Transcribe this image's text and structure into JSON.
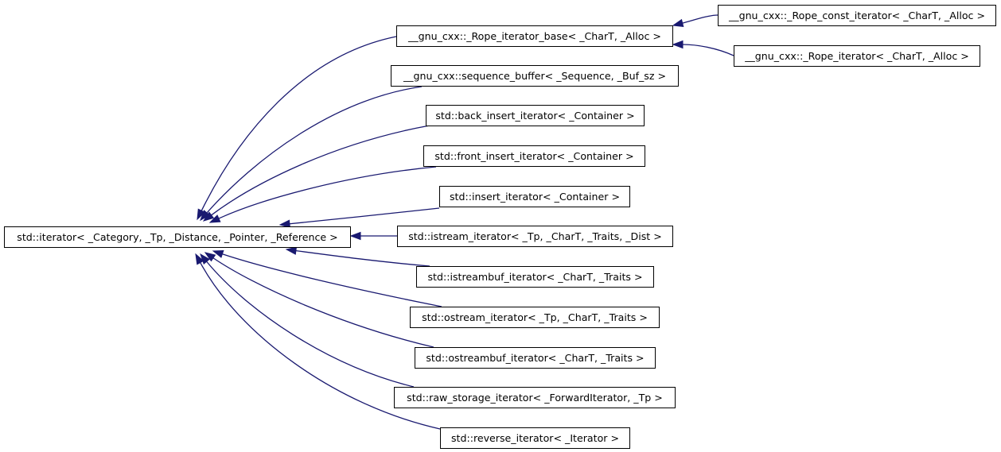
{
  "diagram": {
    "edge_color": "#191970",
    "nodes": {
      "root": "std::iterator< _Category, _Tp, _Distance, _Pointer, _Reference >",
      "rope_base": "__gnu_cxx::_Rope_iterator_base< _CharT, _Alloc >",
      "rope_const": "__gnu_cxx::_Rope_const_iterator< _CharT, _Alloc >",
      "rope_iter": "__gnu_cxx::_Rope_iterator< _CharT, _Alloc >",
      "seq_buffer": "__gnu_cxx::sequence_buffer< _Sequence, _Buf_sz >",
      "back_insert": "std::back_insert_iterator< _Container >",
      "front_insert": "std::front_insert_iterator< _Container >",
      "insert": "std::insert_iterator< _Container >",
      "istream": "std::istream_iterator< _Tp, _CharT, _Traits, _Dist >",
      "istreambuf": "std::istreambuf_iterator< _CharT, _Traits >",
      "ostream": "std::ostream_iterator< _Tp, _CharT, _Traits >",
      "ostreambuf": "std::ostreambuf_iterator< _CharT, _Traits >",
      "raw_storage": "std::raw_storage_iterator< _ForwardIterator, _Tp >",
      "reverse": "std::reverse_iterator< _Iterator >"
    },
    "edges": [
      {
        "from": "rope_base",
        "to": "root"
      },
      {
        "from": "seq_buffer",
        "to": "root"
      },
      {
        "from": "back_insert",
        "to": "root"
      },
      {
        "from": "front_insert",
        "to": "root"
      },
      {
        "from": "insert",
        "to": "root"
      },
      {
        "from": "istream",
        "to": "root"
      },
      {
        "from": "istreambuf",
        "to": "root"
      },
      {
        "from": "ostream",
        "to": "root"
      },
      {
        "from": "ostreambuf",
        "to": "root"
      },
      {
        "from": "raw_storage",
        "to": "root"
      },
      {
        "from": "reverse",
        "to": "root"
      },
      {
        "from": "rope_const",
        "to": "rope_base"
      },
      {
        "from": "rope_iter",
        "to": "rope_base"
      }
    ]
  }
}
